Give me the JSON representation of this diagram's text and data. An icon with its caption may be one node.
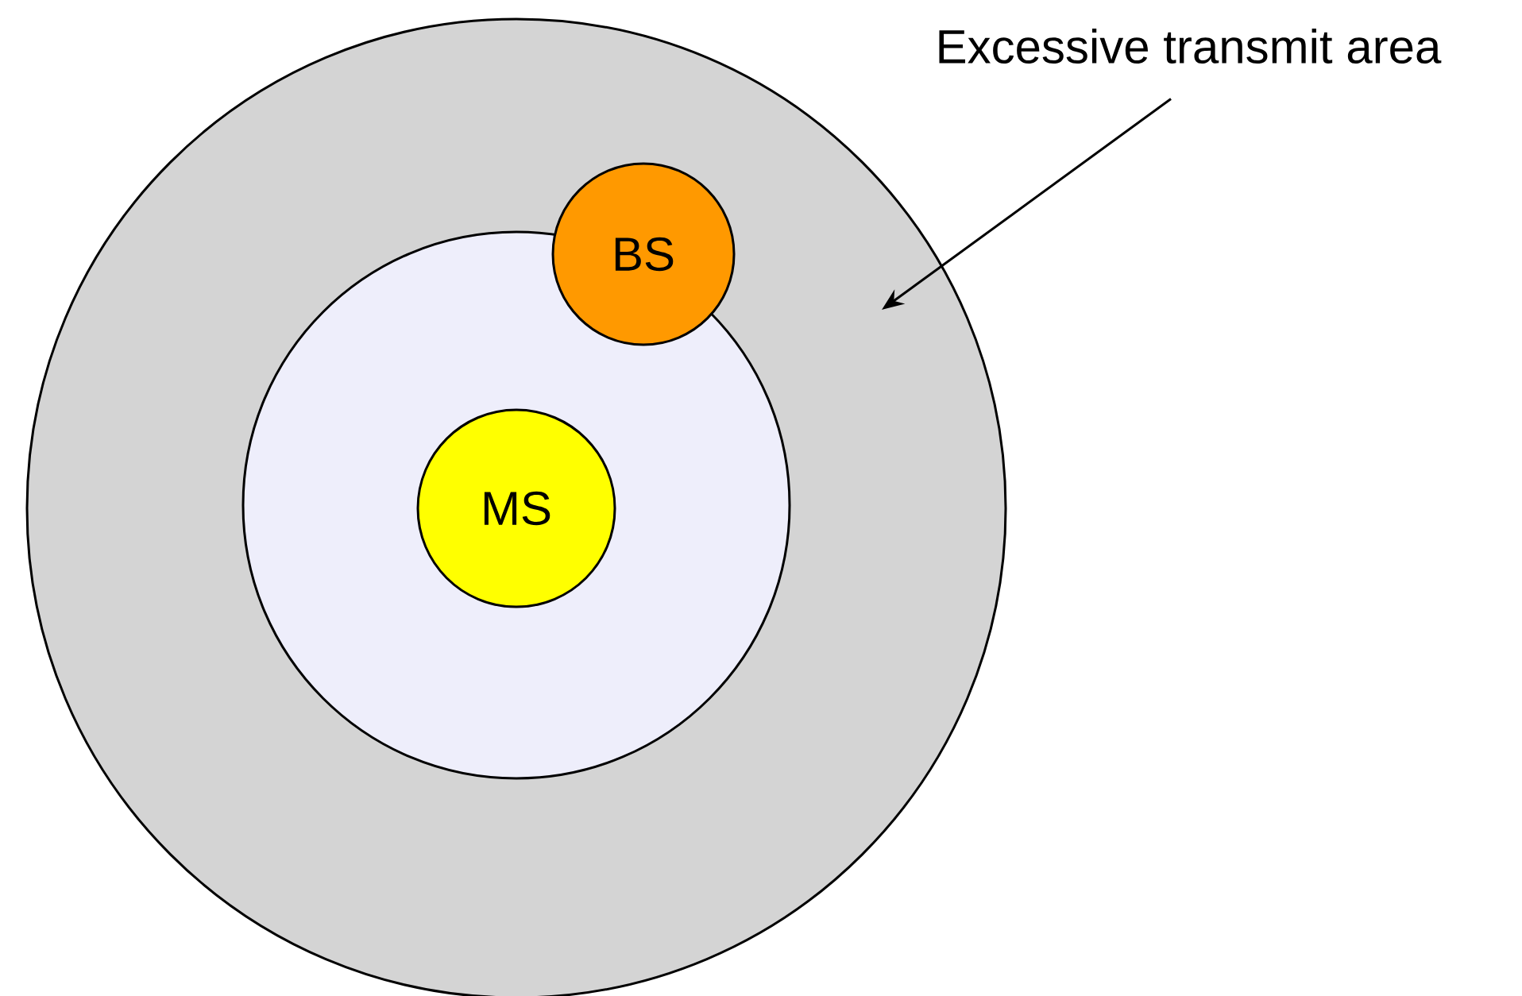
{
  "diagram": {
    "nodes": [
      {
        "text": [],
        "shape": "circle"
      },
      {
        "text": [],
        "shape": "circle",
        "in": 0
      },
      {
        "text": [
          "BS"
        ],
        "in": 0
      },
      {
        "text": [
          "MS"
        ],
        "in": 1
      },
      {
        "text": [
          "Excessive transmit area"
        ]
      }
    ],
    "edges": [
      {
        "from": 4,
        "to": 0,
        "arrow": "to"
      }
    ]
  }
}
